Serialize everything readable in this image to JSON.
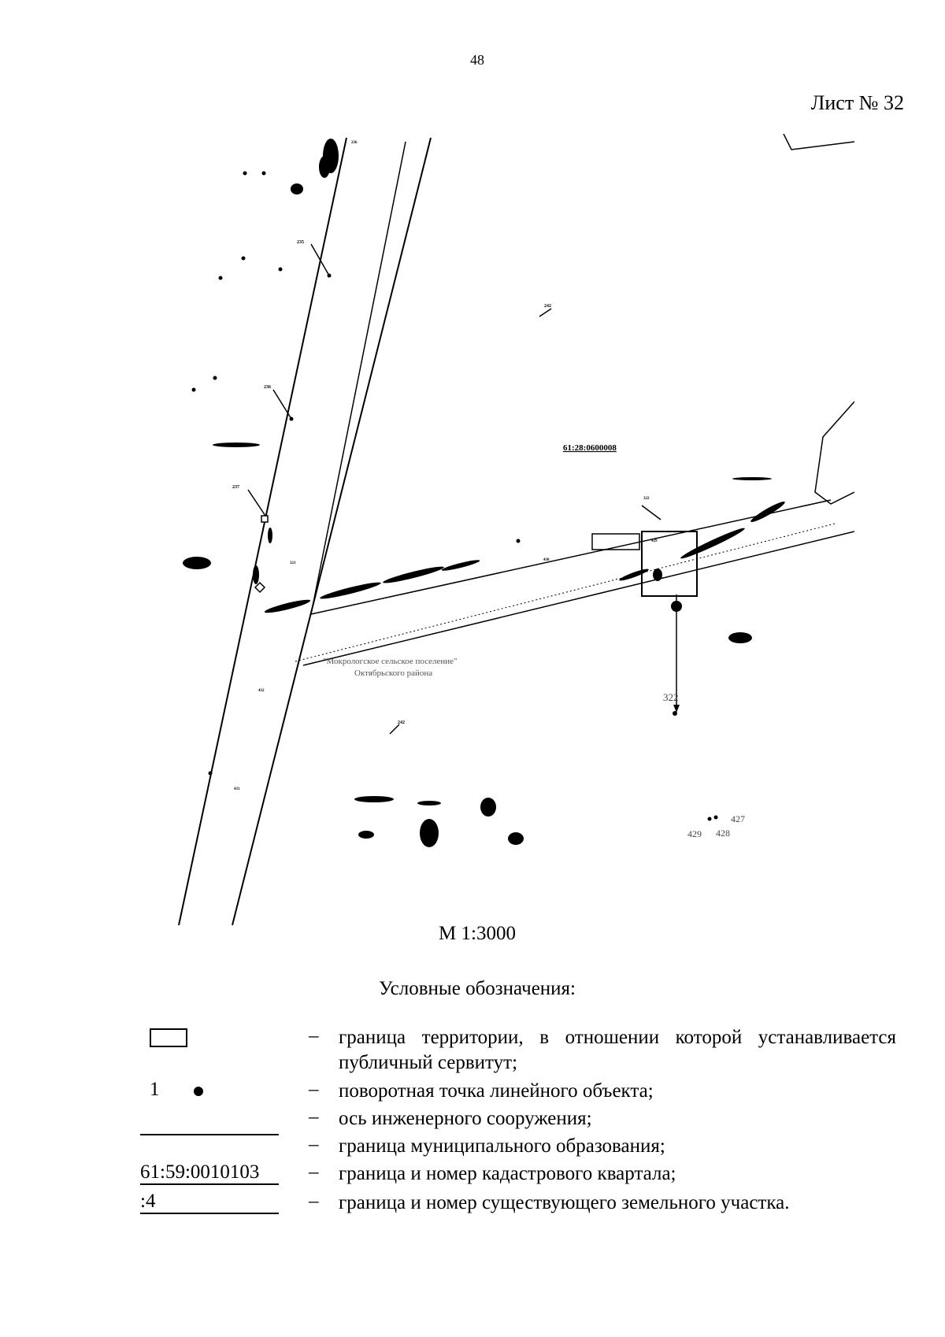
{
  "page_number": "48",
  "sheet_title": "Лист № 32",
  "map": {
    "cadastral_quarter": "61:28:0600008",
    "municipality_label_1": "\"Мокрологское сельское поселение\"",
    "municipality_label_2": "Октябрьского района",
    "point_labels": {
      "p236_top": "236",
      "p235": "235",
      "p236": "236",
      "p237": "237",
      "p242_top": "242",
      "p242_bottom": "242",
      "p321": "321",
      "p322": "322",
      "p322b": "322",
      "p427": "427",
      "p428": "428",
      "p429": "429",
      "p429b": "429",
      "p430": "430",
      "p432": "432",
      "p431": "431"
    }
  },
  "scale": "М 1:3000",
  "legend": {
    "title": "Условные обозначения:",
    "items": [
      {
        "dash": "–",
        "text": "граница территории, в отношении которой устанавливается публичный сервитут;"
      },
      {
        "symbol_text": "1",
        "dash": "–",
        "text": "поворотная точка линейного объекта;"
      },
      {
        "dash": "–",
        "text": "ось инженерного сооружения;"
      },
      {
        "dash": "–",
        "text": "граница муниципального образования;"
      },
      {
        "symbol_text": "61:59:0010103",
        "dash": "–",
        "text": "граница и номер кадастрового квартала;"
      },
      {
        "symbol_text": ":4",
        "dash": "–",
        "text": "граница и номер существующего земельного участка."
      }
    ]
  }
}
